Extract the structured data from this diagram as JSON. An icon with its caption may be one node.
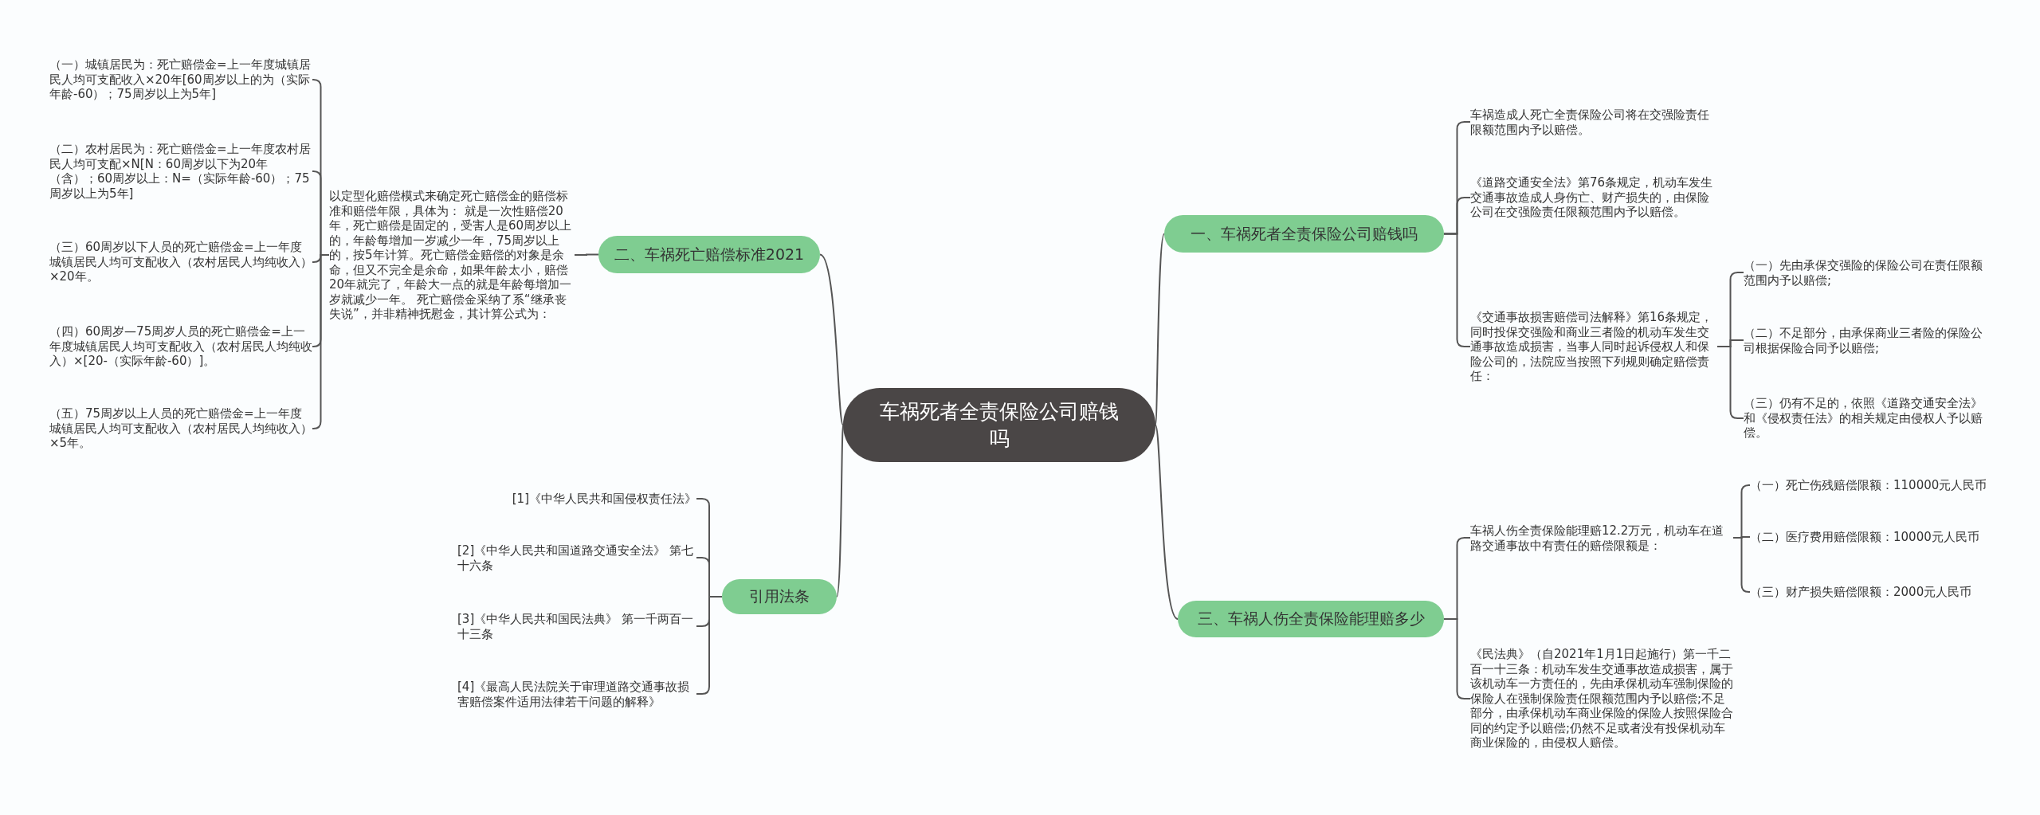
{
  "diagram": {
    "nodes": [
      {
        "text": [
          "车祸死者全责保险公司赔钱吗"
        ]
      },
      {
        "text": [
          "一、车祸死者全责保险公司赔钱吗"
        ]
      },
      {
        "text": [
          "二、车祸死亡赔偿标准2021"
        ]
      },
      {
        "text": [
          "引用法条"
        ]
      },
      {
        "text": [
          "三、车祸人伤全责保险能理赔多少"
        ]
      },
      {
        "text": [
          "车祸造成人死亡全责保险公司将在交强险责任限额范围内予以赔偿。"
        ]
      },
      {
        "text": [
          "《道路交通安全法》第76条规定，机动车发生交通事故造成人身伤亡、财产损失的，由保险公司在交强险责任限额范围内予以赔偿。"
        ]
      },
      {
        "text": [
          "《交通事故损害赔偿司法解释》第16条规定，同时投保交强险和商业三者险的机动车发生交通事故造成损害，当事人同时起诉侵权人和保险公司的，法院应当按照下列规则确定赔偿责任："
        ]
      },
      {
        "text": [
          "（一）先由承保交强险的保险公司在责任限额范围内予以赔偿;"
        ]
      },
      {
        "text": [
          "（二）不足部分，由承保商业三者险的保险公司根据保险合同予以赔偿;"
        ]
      },
      {
        "text": [
          "（三）仍有不足的，依照《道路交通安全法》和《侵权责任法》的相关规定由侵权人予以赔偿。"
        ]
      },
      {
        "text": [
          "以定型化赔偿模式来确定死亡赔偿金的赔偿标准和赔偿年限，具体为： 就是一次性赔偿20年，死亡赔偿是固定的，受害人是60周岁以上的，年龄每增加一岁减少一年，75周岁以上的，按5年计算。死亡赔偿金赔偿的对象是余命，但又不完全是余命，如果年龄太小，赔偿20年就完了，年龄大一点的就是年龄每增加一岁就减少一年。 死亡赔偿金采纳了系“继承丧失说”，并非精神抚慰金，其计算公式为："
        ]
      },
      {
        "text": [
          "（一）城镇居民为：死亡赔偿金=上一年度城镇居民人均可支配收入×20年[60周岁以上的为（实际年龄-60）；75周岁以上为5年]"
        ]
      },
      {
        "text": [
          "（二）农村居民为：死亡赔偿金=上一年度农村居民人均可支配×N[N：60周岁以下为20年（含）；60周岁以上：N=（实际年龄-60）；75周岁以上为5年]"
        ]
      },
      {
        "text": [
          "（三）60周岁以下人员的死亡赔偿金=上一年度城镇居民人均可支配收入（农村居民人均纯收入）×20年。"
        ]
      },
      {
        "text": [
          "（四）60周岁—75周岁人员的死亡赔偿金=上一年度城镇居民人均可支配收入（农村居民人均纯收入）×[20-（实际年龄-60）]。"
        ]
      },
      {
        "text": [
          "（五）75周岁以上人员的死亡赔偿金=上一年度城镇居民人均可支配收入（农村居民人均纯收入）×5年。"
        ]
      },
      {
        "text": [
          "[1]《中华人民共和国侵权责任法》"
        ]
      },
      {
        "text": [
          "[2]《中华人民共和国道路交通安全法》 第七十六条"
        ]
      },
      {
        "text": [
          "[3]《中华人民共和国民法典》 第一千两百一十三条"
        ]
      },
      {
        "text": [
          "[4]《最高人民法院关于审理道路交通事故损害赔偿案件适用法律若干问题的解释》"
        ]
      },
      {
        "text": [
          "车祸人伤全责保险能理赔12.2万元，机动车在道路交通事故中有责任的赔偿限额是："
        ]
      },
      {
        "text": [
          "《民法典》（自2021年1月1日起施行）第一千二百一十三条：机动车发生交通事故造成损害，属于该机动车一方责任的，先由承保机动车强制保险的保险人在强制保险责任限额范围内予以赔偿;不足部分，由承保机动车商业保险的保险人按照保险合同的约定予以赔偿;仍然不足或者没有投保机动车商业保险的，由侵权人赔偿。"
        ]
      },
      {
        "text": [
          "（一）死亡伤残赔偿限额：110000元人民币"
        ]
      },
      {
        "text": [
          "（二）医疗费用赔偿限额：10000元人民币"
        ]
      },
      {
        "text": [
          "（三）财产损失赔偿限额：2000元人民币"
        ]
      }
    ],
    "edges": [
      {
        "from": 0,
        "to": 1,
        "arrow": "none"
      },
      {
        "from": 0,
        "to": 2,
        "arrow": "none"
      },
      {
        "from": 0,
        "to": 3,
        "arrow": "none"
      },
      {
        "from": 0,
        "to": 4,
        "arrow": "none"
      },
      {
        "from": 1,
        "to": 5,
        "arrow": "none"
      },
      {
        "from": 1,
        "to": 6,
        "arrow": "none"
      },
      {
        "from": 1,
        "to": 7,
        "arrow": "none"
      },
      {
        "from": 7,
        "to": 8,
        "arrow": "none"
      },
      {
        "from": 7,
        "to": 9,
        "arrow": "none"
      },
      {
        "from": 7,
        "to": 10,
        "arrow": "none"
      },
      {
        "from": 2,
        "to": 11,
        "arrow": "none"
      },
      {
        "from": 11,
        "to": 12,
        "arrow": "none"
      },
      {
        "from": 11,
        "to": 13,
        "arrow": "none"
      },
      {
        "from": 11,
        "to": 14,
        "arrow": "none"
      },
      {
        "from": 11,
        "to": 15,
        "arrow": "none"
      },
      {
        "from": 11,
        "to": 16,
        "arrow": "none"
      },
      {
        "from": 3,
        "to": 17,
        "arrow": "none"
      },
      {
        "from": 3,
        "to": 18,
        "arrow": "none"
      },
      {
        "from": 3,
        "to": 19,
        "arrow": "none"
      },
      {
        "from": 3,
        "to": 20,
        "arrow": "none"
      },
      {
        "from": 4,
        "to": 21,
        "arrow": "none"
      },
      {
        "from": 4,
        "to": 22,
        "arrow": "none"
      },
      {
        "from": 21,
        "to": 23,
        "arrow": "none"
      },
      {
        "from": 21,
        "to": 24,
        "arrow": "none"
      },
      {
        "from": 21,
        "to": 25,
        "arrow": "none"
      }
    ]
  }
}
